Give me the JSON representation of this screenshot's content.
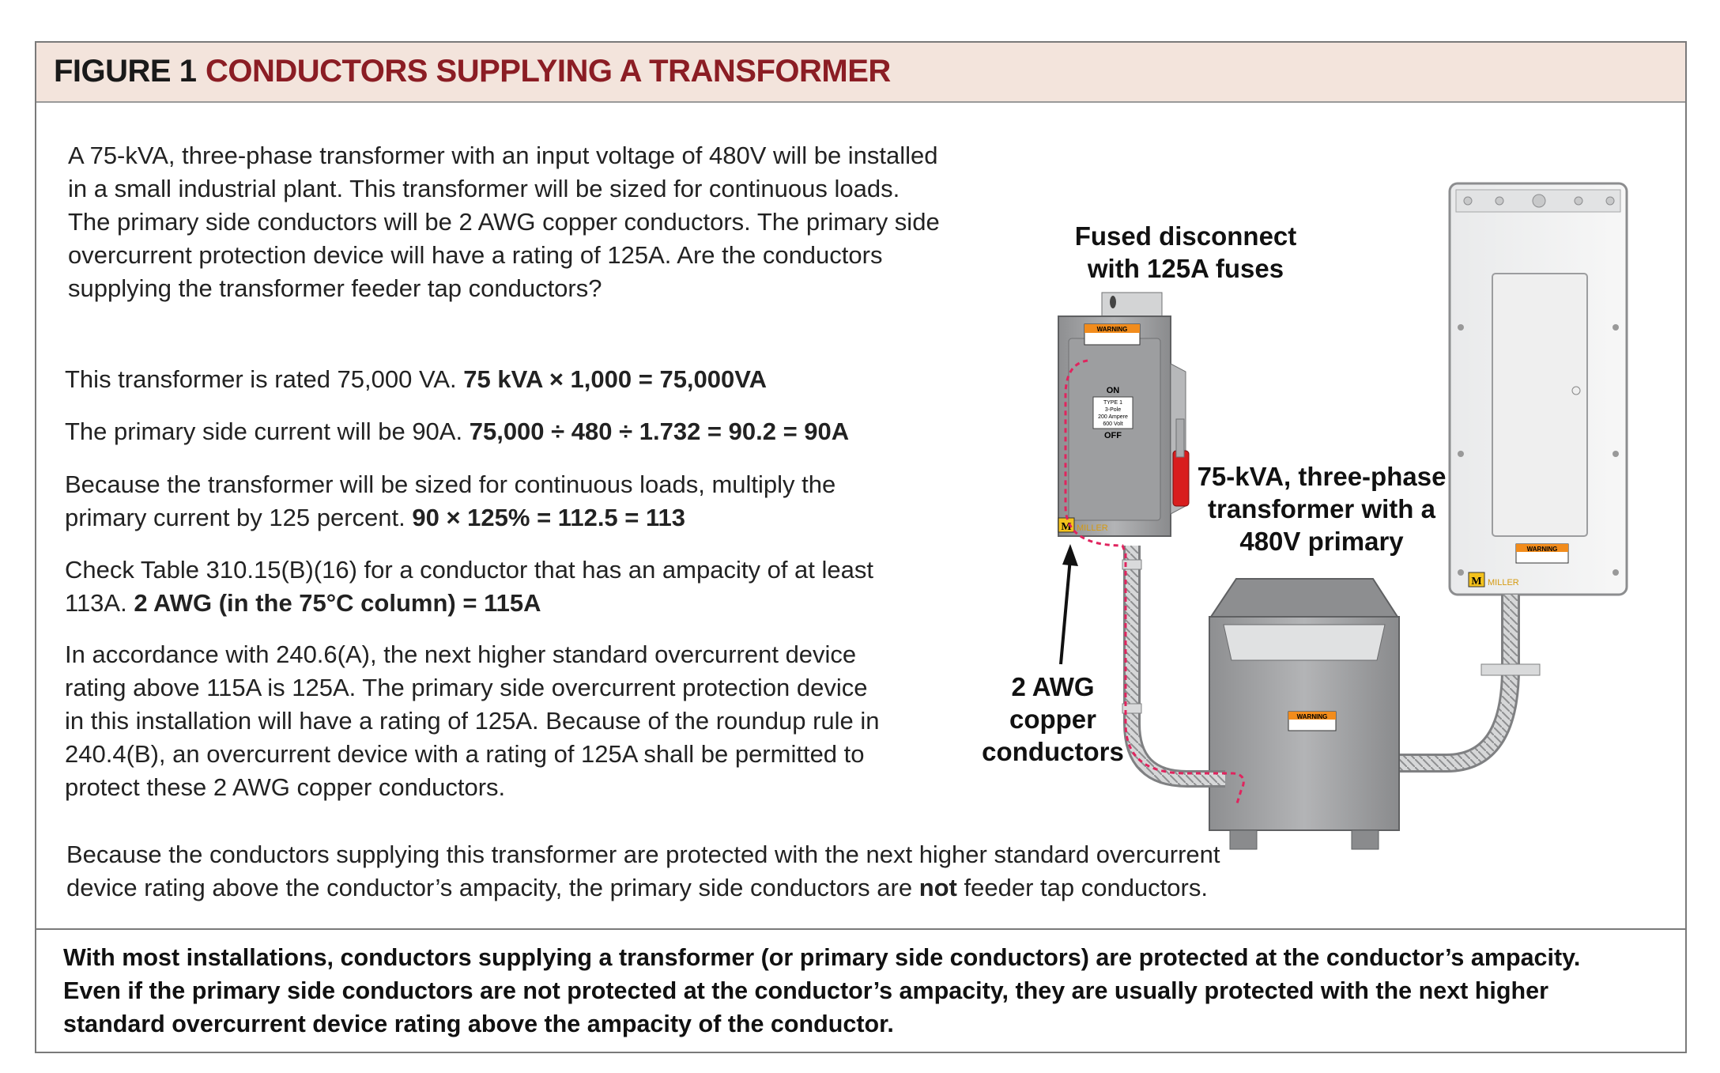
{
  "header": {
    "figure_label": "FIGURE 1",
    "title": "CONDUCTORS SUPPLYING A TRANSFORMER"
  },
  "intro": {
    "line1": "A 75-kVA, three-phase transformer with an input voltage of 480V will be installed",
    "line2": "in a small industrial plant. This transformer will be sized for continuous loads.",
    "line3": "The primary side conductors will be 2 AWG copper conductors. The primary side",
    "line4": "overcurrent protection device will have a rating of 125A. Are the conductors",
    "line5": "supplying the transformer feeder tap conductors?"
  },
  "steps": [
    {
      "text": "This transformer is rated 75,000 VA.",
      "calc": "75 kVA × 1,000 = 75,000VA"
    },
    {
      "text": "The primary side current will be 90A.",
      "calc": "75,000 ÷ 480 ÷ 1.732 = 90.2 = 90A"
    },
    {
      "line1": "Because the transformer will be sized for continuous loads, multiply the",
      "text": "primary current by 125 percent.",
      "calc": "90 × 125% = 112.5 = 113"
    },
    {
      "line1": "Check Table 310.15(B)(16) for a conductor that has an ampacity of at least",
      "text": "113A.",
      "calc": "2 AWG (in the 75°C column) = 115A"
    }
  ],
  "step5": {
    "line1": "In accordance with 240.6(A), the next higher standard overcurrent device",
    "line2": "rating above 115A is 125A. The primary side overcurrent protection device",
    "line3": "in this installation will have a rating of 125A. Because of the roundup rule in",
    "line4": "240.4(B), an overcurrent device with a rating of 125A shall be permitted to",
    "line5": "protect these 2 AWG copper conductors."
  },
  "conclusion": {
    "line1": "Because the conductors supplying this transformer are protected with the next higher standard overcurrent",
    "line2_pre": "device rating above the conductor’s ampacity, the primary side conductors are ",
    "line2_bold": "not",
    "line2_post": " feeder tap conductors."
  },
  "callouts": {
    "disconnect_1": "Fused disconnect",
    "disconnect_2": "with 125A fuses",
    "transformer_1": "75-kVA, three-phase",
    "transformer_2": "transformer with a",
    "transformer_3": "480V primary",
    "conductors_1": "2 AWG",
    "conductors_2": "copper",
    "conductors_3": "conductors"
  },
  "equipment_labels": {
    "warning": "WARNING",
    "on": "ON",
    "off": "OFF",
    "plate_1": "TYPE 1",
    "plate_2": "3-Pole",
    "plate_3": "200 Ampere",
    "plate_4": "600 Volt",
    "brand": "MILLER",
    "logo": "M"
  },
  "summary": {
    "line1": "With most installations, conductors supplying a transformer (or primary side conductors) are protected at the conductor’s ampacity.",
    "line2": "Even if the primary side conductors are not protected at the conductor’s ampacity, they are usually protected with the next higher",
    "line3": "standard overcurrent device rating above the ampacity of the conductor."
  },
  "colors": {
    "title_red": "#8b1d24",
    "title_bar_bg": "#f3e4dc",
    "equipment_gray": "#9b9c9e",
    "handle_red": "#d81e1e",
    "conductor_dash": "#e0245e",
    "warning_orange": "#f28c1c"
  }
}
